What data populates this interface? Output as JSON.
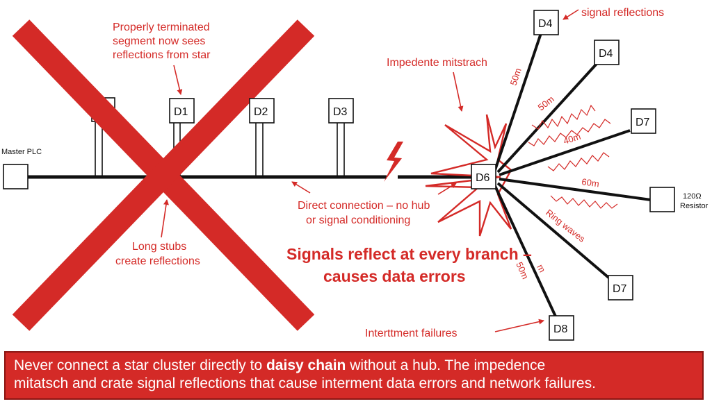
{
  "nodes": {
    "master": "Master PLC",
    "d1": "D1",
    "d2": "D2",
    "d3": "D3",
    "d4a": "D4",
    "d4b": "D4",
    "d6": "D6",
    "d7a": "D7",
    "d7b": "D7",
    "d8": "D8",
    "resistor_value": "120Ω",
    "resistor_label": "Resistor"
  },
  "annotations": {
    "terminated_line1": "Properly terminated",
    "terminated_line2": "segment now sees",
    "terminated_line3": "reflections from star",
    "long_stubs_line1": "Long stubs",
    "long_stubs_line2": "create reflections",
    "direct_line1": "Direct connection – no hub",
    "direct_line2": "or signal conditioning",
    "impedance": "Impedente mitstrach",
    "signal_reflections": "signal reflections",
    "ring_waves": "Ring waves",
    "intermittent": "Interttment failures",
    "headline_line1": "Signals reflect at every branch –",
    "headline_line2": "causes data errors"
  },
  "branch_lengths": {
    "to_d4a": "50m",
    "to_d4b": "50m",
    "to_d7a": "40m",
    "to_resistor": "60m",
    "to_d7b_fragment": "m",
    "to_d8": "50m"
  },
  "banner": {
    "part1": "Never connect a star cluster directly to ",
    "part2": "daisy chain",
    "part3": " without a hub. The impedence",
    "line2": "mitatsch and crate signal reflections that cause interment data errors and network failures."
  },
  "colors": {
    "accent_red": "#d42a27",
    "line_black": "#111111",
    "banner_text": "#ffffff"
  }
}
